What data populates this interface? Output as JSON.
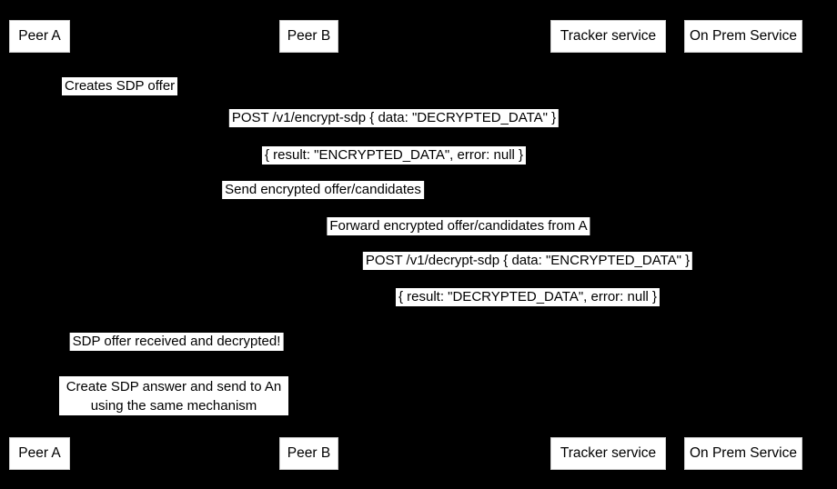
{
  "diagram": {
    "type": "sequence",
    "actors": [
      {
        "id": "peer-a",
        "label": "Peer A"
      },
      {
        "id": "peer-b",
        "label": "Peer B"
      },
      {
        "id": "tracker",
        "label": "Tracker service"
      },
      {
        "id": "onprem",
        "label": "On Prem Service"
      }
    ],
    "messages": [
      {
        "from": "peer-a",
        "to": "peer-a",
        "text": "Creates SDP offer"
      },
      {
        "from": "peer-a",
        "to": "onprem",
        "text": "POST /v1/encrypt-sdp { data: \"DECRYPTED_DATA\" }"
      },
      {
        "from": "onprem",
        "to": "peer-a",
        "text": "{ result: \"ENCRYPTED_DATA\", error: null }"
      },
      {
        "from": "peer-a",
        "to": "tracker",
        "text": "Send encrypted offer/candidates"
      },
      {
        "from": "tracker",
        "to": "peer-b",
        "text": "Forward encrypted offer/candidates from A"
      },
      {
        "from": "peer-b",
        "to": "onprem",
        "text": "POST /v1/decrypt-sdp { data: \"ENCRYPTED_DATA\" }"
      },
      {
        "from": "onprem",
        "to": "peer-b",
        "text": "{ result: \"DECRYPTED_DATA\", error: null }"
      },
      {
        "from": "peer-b",
        "to": "peer-a",
        "text": "SDP offer received and decrypted!"
      }
    ],
    "note": {
      "over": "peer-a,peer-b",
      "lines": [
        "Create SDP answer and send to An",
        "using the same mechanism"
      ]
    }
  },
  "colors": {
    "background": "#000000",
    "box_fill": "#ffffff",
    "box_border": "#cccccc",
    "text": "#000000"
  }
}
